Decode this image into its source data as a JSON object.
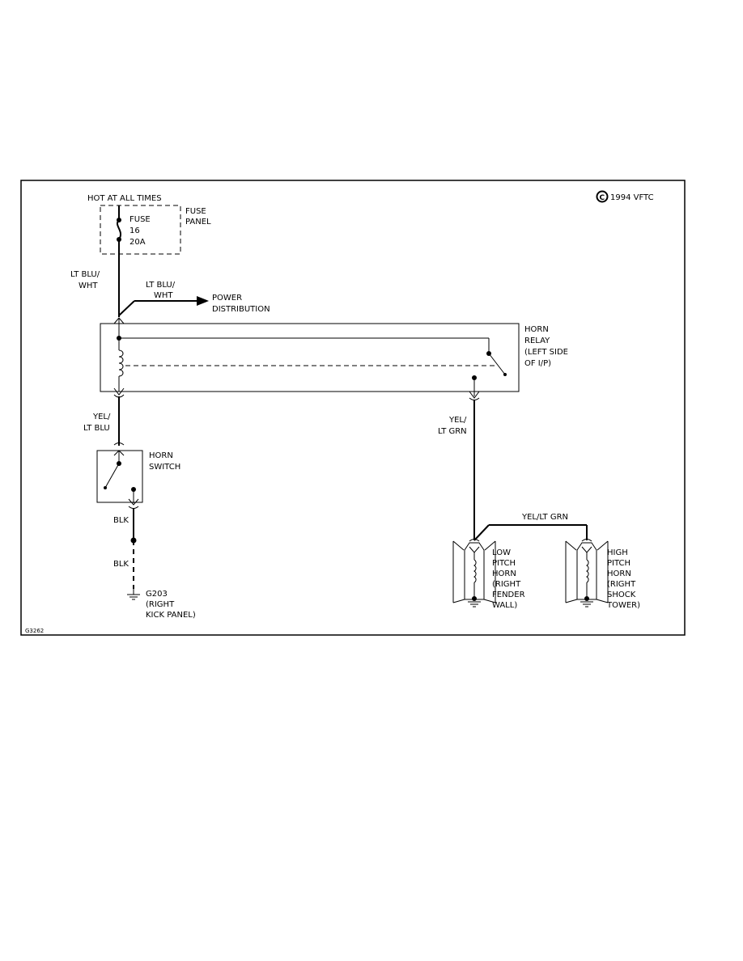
{
  "labels": {
    "copyright": "1994 VFTC",
    "copyright_symbol": "C",
    "figure_id": "G3262",
    "hot": "HOT AT ALL TIMES",
    "fuse_panel": [
      "FUSE",
      "PANEL"
    ],
    "fuse": [
      "FUSE",
      "16",
      "20A"
    ],
    "wire_lt_blu_wht_main": [
      "LT BLU/",
      "WHT"
    ],
    "wire_lt_blu_wht_branch": [
      "LT BLU/",
      "WHT"
    ],
    "power_distribution": [
      "POWER",
      "DISTRIBUTION"
    ],
    "horn_relay": [
      "HORN",
      "RELAY",
      "(LEFT SIDE",
      "OF I/P)"
    ],
    "wire_yel_lt_blu": [
      "YEL/",
      "LT BLU"
    ],
    "wire_yel_lt_grn": [
      "YEL/",
      "LT GRN"
    ],
    "horn_switch": [
      "HORN",
      "SWITCH"
    ],
    "wire_blk_1": "BLK",
    "wire_blk_2": "BLK",
    "ground": [
      "G203",
      "(RIGHT",
      "KICK PANEL)"
    ],
    "wire_yel_lt_grn_bridge": "YEL/LT GRN",
    "low_horn": [
      "LOW",
      "PITCH",
      "HORN",
      "(RIGHT",
      "FENDER",
      "WALL)"
    ],
    "high_horn": [
      "HIGH",
      "PITCH",
      "HORN",
      "(RIGHT",
      "SHOCK",
      "TOWER)"
    ]
  }
}
